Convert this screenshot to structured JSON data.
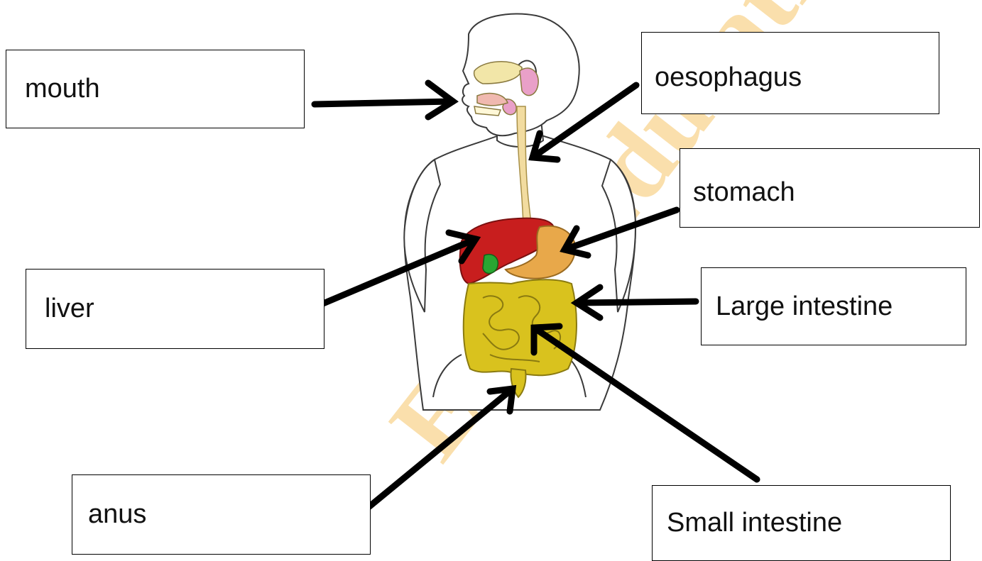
{
  "labels": {
    "mouth": "mouth",
    "oesophagus": "oesophagus",
    "stomach": "stomach",
    "liver": "liver",
    "large_intestine": "Large intestine",
    "anus": "anus",
    "small_intestine": "Small intestine"
  },
  "colors": {
    "skin": "#ffffff",
    "outline": "#3a3a3a",
    "liver": "#c81e1e",
    "stomach": "#e8a84a",
    "intestine": "#d9c21e",
    "gallbladder": "#2aa632",
    "oesophagus": "#f2dca0",
    "gland": "#e9a0c8",
    "watermark": "#f6c66a",
    "arrow": "#000000"
  },
  "watermark": "EMS Education"
}
